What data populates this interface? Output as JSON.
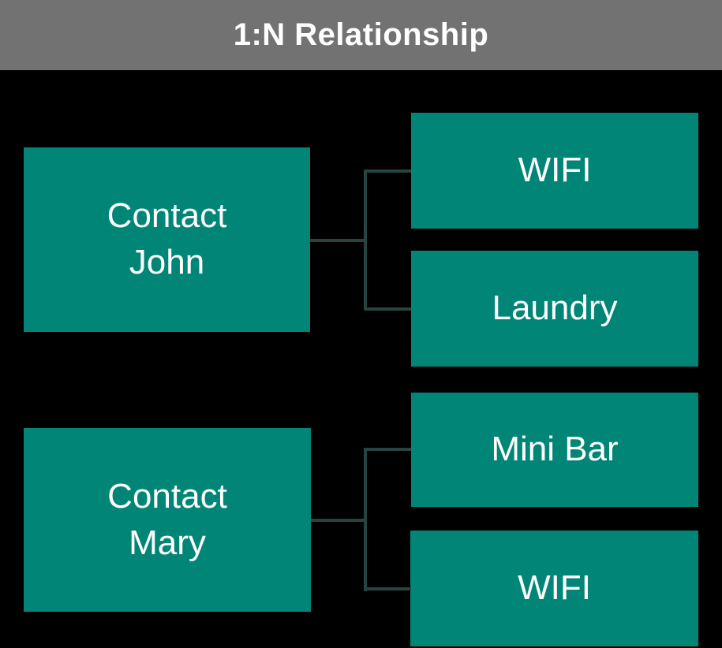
{
  "title": "1:N Relationship",
  "colors": {
    "page_bg": "#000000",
    "header_bg": "#727272",
    "title_text": "#FFFFFF",
    "node_fill": "#008577",
    "node_text": "#FFFFFF",
    "connector": "#284440"
  },
  "diagram": {
    "type": "one-to-many relationship diagram",
    "groups": [
      {
        "parent": {
          "label": "Contact John",
          "lines": [
            "Contact",
            "John"
          ]
        },
        "children": [
          {
            "label": "WIFI"
          },
          {
            "label": "Laundry"
          }
        ]
      },
      {
        "parent": {
          "label": "Contact Mary",
          "lines": [
            "Contact",
            "Mary"
          ]
        },
        "children": [
          {
            "label": "Mini Bar"
          },
          {
            "label": "WIFI"
          }
        ]
      }
    ]
  }
}
